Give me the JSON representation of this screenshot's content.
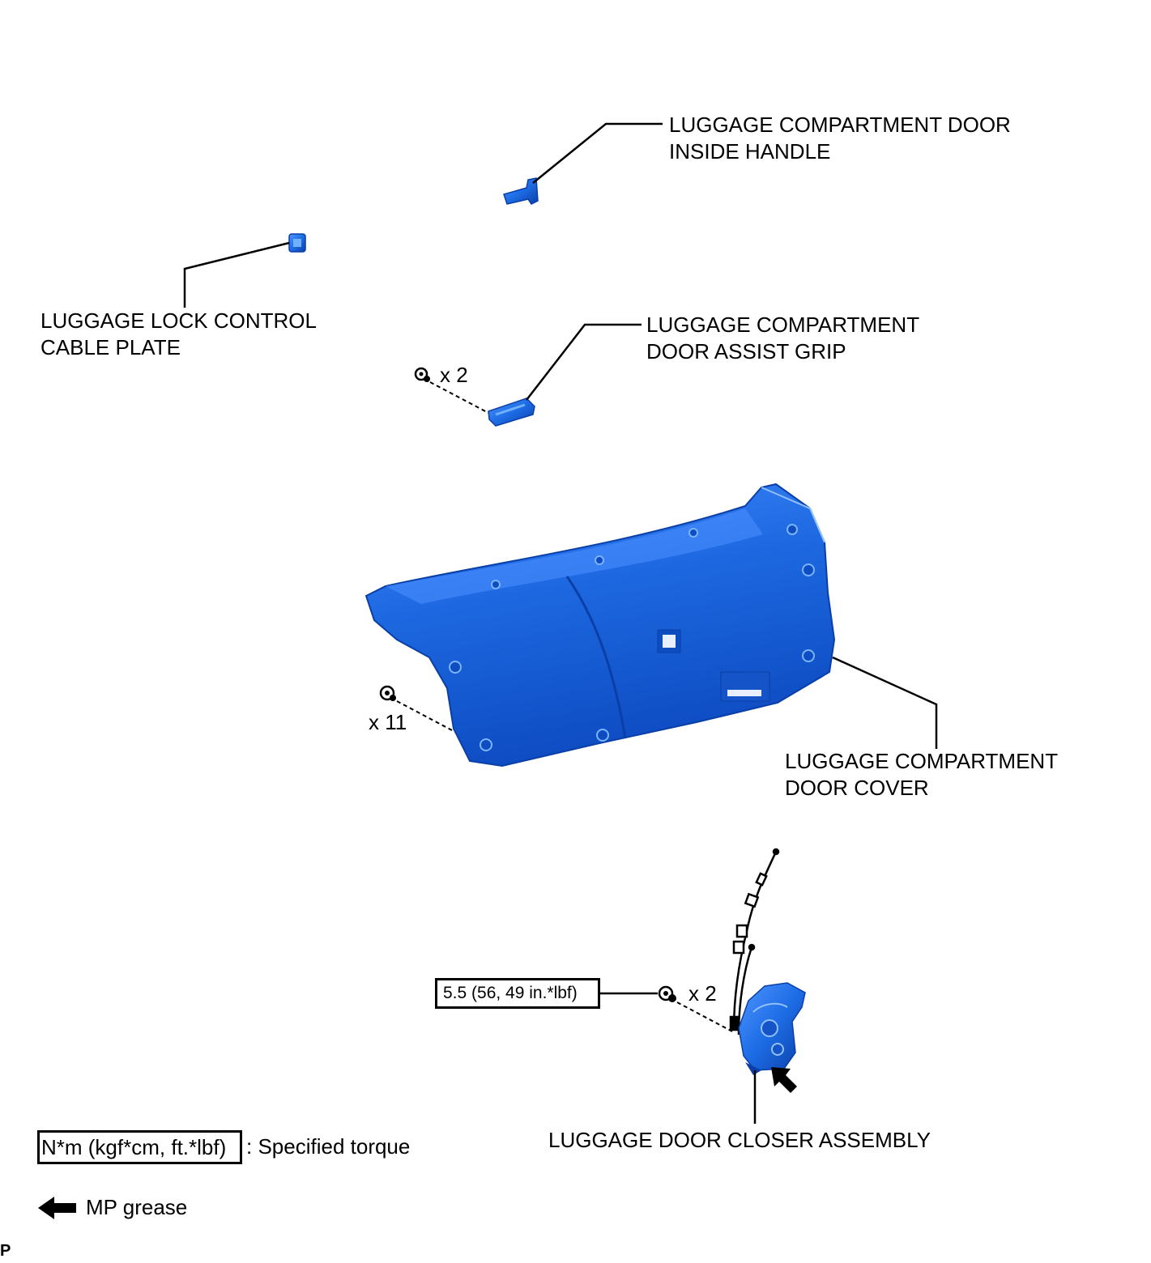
{
  "parts": {
    "inside_handle": {
      "line1": "LUGGAGE COMPARTMENT DOOR",
      "line2": "INSIDE HANDLE"
    },
    "cable_plate": {
      "line1": "LUGGAGE LOCK CONTROL",
      "line2": "CABLE PLATE"
    },
    "assist_grip": {
      "line1": "LUGGAGE COMPARTMENT",
      "line2": "DOOR ASSIST GRIP",
      "qty": "x 2"
    },
    "door_cover": {
      "line1": "LUGGAGE COMPARTMENT",
      "line2": "DOOR COVER",
      "qty": "x 11"
    },
    "closer": {
      "label": "LUGGAGE DOOR CLOSER ASSEMBLY",
      "qty": "x 2",
      "torque": "5.5 (56, 49 in.*lbf)"
    }
  },
  "legend": {
    "torque_box": "N*m (kgf*cm, ft.*lbf)",
    "torque_text": ": Specified torque",
    "grease_text": "MP grease"
  },
  "corner_mark": "P",
  "colors": {
    "part_fill": "#1e6de6",
    "part_highlight": "#5aa0ff",
    "part_shadow": "#0a3fa8",
    "line": "#000000"
  }
}
